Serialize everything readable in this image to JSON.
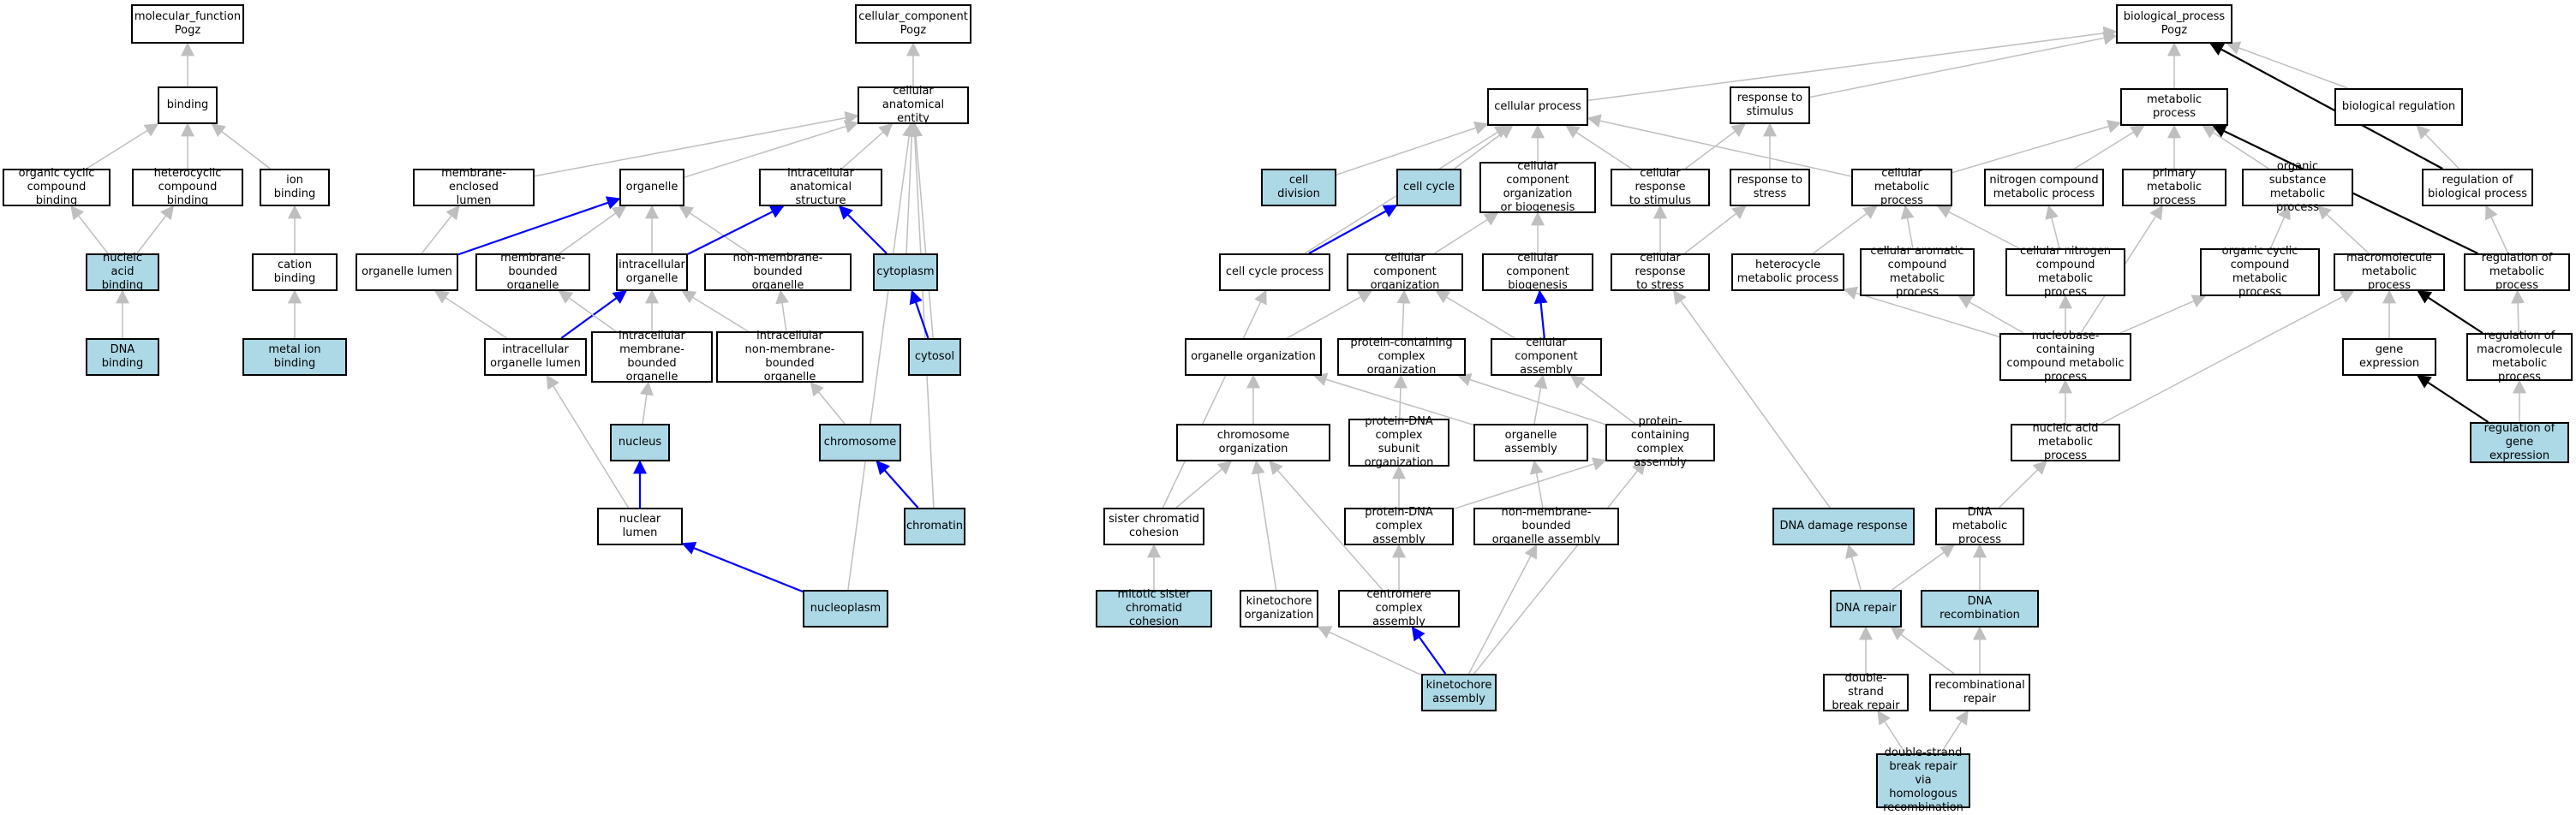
{
  "colors": {
    "highlight_fill": "#add8e6",
    "edge_default": "#bfbfbf",
    "edge_blue": "#0000ff",
    "edge_black": "#000000"
  },
  "nodes": [
    {
      "id": "mf",
      "label": "molecular_function\nPogz",
      "hl": false
    },
    {
      "id": "binding",
      "label": "binding",
      "hl": false
    },
    {
      "id": "ocb",
      "label": "organic cyclic\ncompound binding",
      "hl": false
    },
    {
      "id": "hcb",
      "label": "heterocyclic\ncompound binding",
      "hl": false
    },
    {
      "id": "ionb",
      "label": "ion binding",
      "hl": false
    },
    {
      "id": "nab",
      "label": "nucleic acid\nbinding",
      "hl": true
    },
    {
      "id": "catb",
      "label": "cation binding",
      "hl": false
    },
    {
      "id": "dnab",
      "label": "DNA binding",
      "hl": true
    },
    {
      "id": "mib",
      "label": "metal ion binding",
      "hl": true
    },
    {
      "id": "cc",
      "label": "cellular_component\nPogz",
      "hl": false
    },
    {
      "id": "cae",
      "label": "cellular anatomical\nentity",
      "hl": false
    },
    {
      "id": "mel",
      "label": "membrane-enclosed\nlumen",
      "hl": false
    },
    {
      "id": "organelle",
      "label": "organelle",
      "hl": false
    },
    {
      "id": "ias",
      "label": "intracellular\nanatomical structure",
      "hl": false
    },
    {
      "id": "olumen",
      "label": "organelle lumen",
      "hl": false
    },
    {
      "id": "mbo",
      "label": "membrane-bounded\norganelle",
      "hl": false
    },
    {
      "id": "io",
      "label": "intracellular\norganelle",
      "hl": false
    },
    {
      "id": "nmbo",
      "label": "non-membrane-bounded\norganelle",
      "hl": false
    },
    {
      "id": "cytoplasm",
      "label": "cytoplasm",
      "hl": true
    },
    {
      "id": "iol",
      "label": "intracellular\norganelle lumen",
      "hl": false
    },
    {
      "id": "imbo",
      "label": "intracellular\nmembrane-bounded\norganelle",
      "hl": false
    },
    {
      "id": "inmbo",
      "label": "intracellular\nnon-membrane-bounded\norganelle",
      "hl": false
    },
    {
      "id": "cytosol",
      "label": "cytosol",
      "hl": true
    },
    {
      "id": "nucleus",
      "label": "nucleus",
      "hl": true
    },
    {
      "id": "chromosome",
      "label": "chromosome",
      "hl": true
    },
    {
      "id": "nlumen",
      "label": "nuclear lumen",
      "hl": false
    },
    {
      "id": "chromatin",
      "label": "chromatin",
      "hl": true
    },
    {
      "id": "nucleoplasm",
      "label": "nucleoplasm",
      "hl": true
    },
    {
      "id": "bp",
      "label": "biological_process\nPogz",
      "hl": false
    },
    {
      "id": "cp",
      "label": "cellular process",
      "hl": false
    },
    {
      "id": "rts",
      "label": "response to\nstimulus",
      "hl": false
    },
    {
      "id": "mp",
      "label": "metabolic process",
      "hl": false
    },
    {
      "id": "breg",
      "label": "biological regulation",
      "hl": false
    },
    {
      "id": "celldiv",
      "label": "cell division",
      "hl": true
    },
    {
      "id": "cellcycle",
      "label": "cell cycle",
      "hl": true
    },
    {
      "id": "ccob",
      "label": "cellular component\norganization\nor biogenesis",
      "hl": false
    },
    {
      "id": "crts",
      "label": "cellular response\nto stimulus",
      "hl": false
    },
    {
      "id": "rtstress",
      "label": "response to\nstress",
      "hl": false
    },
    {
      "id": "cmp",
      "label": "cellular metabolic\nprocess",
      "hl": false
    },
    {
      "id": "ncmp",
      "label": "nitrogen compound\nmetabolic process",
      "hl": false
    },
    {
      "id": "pmp",
      "label": "primary metabolic\nprocess",
      "hl": false
    },
    {
      "id": "osmp",
      "label": "organic substance\nmetabolic process",
      "hl": false
    },
    {
      "id": "rbp",
      "label": "regulation of\nbiological process",
      "hl": false
    },
    {
      "id": "ccp",
      "label": "cell cycle process",
      "hl": false
    },
    {
      "id": "cco",
      "label": "cellular component\norganization",
      "hl": false
    },
    {
      "id": "ccb",
      "label": "cellular component\nbiogenesis",
      "hl": false
    },
    {
      "id": "crtstress",
      "label": "cellular response\nto stress",
      "hl": false
    },
    {
      "id": "hmp",
      "label": "heterocycle\nmetabolic process",
      "hl": false
    },
    {
      "id": "cacmp",
      "label": "cellular aromatic\ncompound metabolic\nprocess",
      "hl": false
    },
    {
      "id": "cncmp",
      "label": "cellular nitrogen\ncompound metabolic\nprocess",
      "hl": false
    },
    {
      "id": "occmp",
      "label": "organic cyclic\ncompound metabolic\nprocess",
      "hl": false
    },
    {
      "id": "macmp",
      "label": "macromolecule\nmetabolic process",
      "hl": false
    },
    {
      "id": "rmp",
      "label": "regulation of\nmetabolic process",
      "hl": false
    },
    {
      "id": "oorg",
      "label": "organelle organization",
      "hl": false
    },
    {
      "id": "pcco",
      "label": "protein-containing\ncomplex organization",
      "hl": false
    },
    {
      "id": "cca",
      "label": "cellular component\nassembly",
      "hl": false
    },
    {
      "id": "nccmp",
      "label": "nucleobase-containing\ncompound metabolic\nprocess",
      "hl": false
    },
    {
      "id": "geneexp",
      "label": "gene expression",
      "hl": false
    },
    {
      "id": "rmmp",
      "label": "regulation of\nmacromolecule\nmetabolic process",
      "hl": false
    },
    {
      "id": "chromorg",
      "label": "chromosome organization",
      "hl": false
    },
    {
      "id": "pdcso",
      "label": "protein-DNA\ncomplex subunit\norganization",
      "hl": false
    },
    {
      "id": "oassembly",
      "label": "organelle assembly",
      "hl": false
    },
    {
      "id": "pcca",
      "label": "protein-containing\ncomplex assembly",
      "hl": false
    },
    {
      "id": "namp",
      "label": "nucleic acid\nmetabolic process",
      "hl": false
    },
    {
      "id": "rge",
      "label": "regulation of\ngene expression",
      "hl": true
    },
    {
      "id": "scc",
      "label": "sister chromatid\ncohesion",
      "hl": false
    },
    {
      "id": "pdca",
      "label": "protein-DNA\ncomplex assembly",
      "hl": false
    },
    {
      "id": "nmboa",
      "label": "non-membrane-bounded\norganelle assembly",
      "hl": false
    },
    {
      "id": "ddr",
      "label": "DNA damage response",
      "hl": true
    },
    {
      "id": "dnamp",
      "label": "DNA metabolic\nprocess",
      "hl": false
    },
    {
      "id": "mscc",
      "label": "mitotic sister\nchromatid cohesion",
      "hl": true
    },
    {
      "id": "korg",
      "label": "kinetochore\norganization",
      "hl": false
    },
    {
      "id": "cca2",
      "label": "centromere complex\nassembly",
      "hl": false
    },
    {
      "id": "dnarepair",
      "label": "DNA repair",
      "hl": true
    },
    {
      "id": "dnarec",
      "label": "DNA recombination",
      "hl": true
    },
    {
      "id": "ka",
      "label": "kinetochore\nassembly",
      "hl": true
    },
    {
      "id": "dsbr",
      "label": "double-strand\nbreak repair",
      "hl": false
    },
    {
      "id": "recrep",
      "label": "recombinational\nrepair",
      "hl": false
    },
    {
      "id": "dsbrhr",
      "label": "double-strand\nbreak repair\nvia homologous\nrecombination",
      "hl": true
    }
  ],
  "edges": [
    {
      "from": "binding",
      "to": "mf",
      "c": "gray"
    },
    {
      "from": "ocb",
      "to": "binding",
      "c": "gray"
    },
    {
      "from": "hcb",
      "to": "binding",
      "c": "gray"
    },
    {
      "from": "ionb",
      "to": "binding",
      "c": "gray"
    },
    {
      "from": "nab",
      "to": "ocb",
      "c": "gray"
    },
    {
      "from": "nab",
      "to": "hcb",
      "c": "gray"
    },
    {
      "from": "catb",
      "to": "ionb",
      "c": "gray"
    },
    {
      "from": "dnab",
      "to": "nab",
      "c": "gray"
    },
    {
      "from": "mib",
      "to": "catb",
      "c": "gray"
    },
    {
      "from": "cae",
      "to": "cc",
      "c": "gray"
    },
    {
      "from": "mel",
      "to": "cae",
      "c": "gray"
    },
    {
      "from": "organelle",
      "to": "cae",
      "c": "gray"
    },
    {
      "from": "ias",
      "to": "cae",
      "c": "gray"
    },
    {
      "from": "cytoplasm",
      "to": "cae",
      "c": "gray"
    },
    {
      "from": "cytosol",
      "to": "cae",
      "c": "gray"
    },
    {
      "from": "chromatin",
      "to": "cae",
      "c": "gray"
    },
    {
      "from": "nucleoplasm",
      "to": "cae",
      "c": "gray"
    },
    {
      "from": "olumen",
      "to": "mel",
      "c": "gray"
    },
    {
      "from": "olumen",
      "to": "organelle",
      "c": "blue"
    },
    {
      "from": "mbo",
      "to": "organelle",
      "c": "gray"
    },
    {
      "from": "io",
      "to": "organelle",
      "c": "gray"
    },
    {
      "from": "nmbo",
      "to": "organelle",
      "c": "gray"
    },
    {
      "from": "io",
      "to": "ias",
      "c": "blue"
    },
    {
      "from": "cytoplasm",
      "to": "ias",
      "c": "blue"
    },
    {
      "from": "iol",
      "to": "olumen",
      "c": "gray"
    },
    {
      "from": "iol",
      "to": "io",
      "c": "blue"
    },
    {
      "from": "imbo",
      "to": "mbo",
      "c": "gray"
    },
    {
      "from": "imbo",
      "to": "io",
      "c": "gray"
    },
    {
      "from": "inmbo",
      "to": "io",
      "c": "gray"
    },
    {
      "from": "inmbo",
      "to": "nmbo",
      "c": "gray"
    },
    {
      "from": "cytosol",
      "to": "cytoplasm",
      "c": "blue"
    },
    {
      "from": "nucleus",
      "to": "imbo",
      "c": "gray"
    },
    {
      "from": "chromosome",
      "to": "inmbo",
      "c": "gray"
    },
    {
      "from": "nlumen",
      "to": "iol",
      "c": "gray"
    },
    {
      "from": "nlumen",
      "to": "nucleus",
      "c": "blue"
    },
    {
      "from": "chromatin",
      "to": "chromosome",
      "c": "blue"
    },
    {
      "from": "nucleoplasm",
      "to": "nlumen",
      "c": "blue"
    },
    {
      "from": "cp",
      "to": "bp",
      "c": "gray"
    },
    {
      "from": "rts",
      "to": "bp",
      "c": "gray"
    },
    {
      "from": "mp",
      "to": "bp",
      "c": "gray"
    },
    {
      "from": "breg",
      "to": "bp",
      "c": "gray"
    },
    {
      "from": "rbp",
      "to": "bp",
      "c": "black"
    },
    {
      "from": "celldiv",
      "to": "cp",
      "c": "gray"
    },
    {
      "from": "cellcycle",
      "to": "cp",
      "c": "gray"
    },
    {
      "from": "ccob",
      "to": "cp",
      "c": "gray"
    },
    {
      "from": "crts",
      "to": "cp",
      "c": "gray"
    },
    {
      "from": "cmp",
      "to": "cp",
      "c": "gray"
    },
    {
      "from": "ccp",
      "to": "cp",
      "c": "gray"
    },
    {
      "from": "crts",
      "to": "rts",
      "c": "gray"
    },
    {
      "from": "rtstress",
      "to": "rts",
      "c": "gray"
    },
    {
      "from": "cmp",
      "to": "mp",
      "c": "gray"
    },
    {
      "from": "ncmp",
      "to": "mp",
      "c": "gray"
    },
    {
      "from": "pmp",
      "to": "mp",
      "c": "gray"
    },
    {
      "from": "osmp",
      "to": "mp",
      "c": "gray"
    },
    {
      "from": "rmp",
      "to": "mp",
      "c": "black"
    },
    {
      "from": "rbp",
      "to": "breg",
      "c": "gray"
    },
    {
      "from": "ccp",
      "to": "cellcycle",
      "c": "blue"
    },
    {
      "from": "cco",
      "to": "ccob",
      "c": "gray"
    },
    {
      "from": "ccb",
      "to": "ccob",
      "c": "gray"
    },
    {
      "from": "crtstress",
      "to": "crts",
      "c": "gray"
    },
    {
      "from": "crtstress",
      "to": "rtstress",
      "c": "gray"
    },
    {
      "from": "hmp",
      "to": "cmp",
      "c": "gray"
    },
    {
      "from": "cacmp",
      "to": "cmp",
      "c": "gray"
    },
    {
      "from": "cncmp",
      "to": "cmp",
      "c": "gray"
    },
    {
      "from": "cncmp",
      "to": "ncmp",
      "c": "gray"
    },
    {
      "from": "occmp",
      "to": "osmp",
      "c": "gray"
    },
    {
      "from": "macmp",
      "to": "osmp",
      "c": "gray"
    },
    {
      "from": "rmp",
      "to": "rbp",
      "c": "gray"
    },
    {
      "from": "oorg",
      "to": "cco",
      "c": "gray"
    },
    {
      "from": "pcco",
      "to": "cco",
      "c": "gray"
    },
    {
      "from": "cca",
      "to": "cco",
      "c": "gray"
    },
    {
      "from": "cca",
      "to": "ccb",
      "c": "blue"
    },
    {
      "from": "nccmp",
      "to": "hmp",
      "c": "gray"
    },
    {
      "from": "nccmp",
      "to": "cacmp",
      "c": "gray"
    },
    {
      "from": "nccmp",
      "to": "cncmp",
      "c": "gray"
    },
    {
      "from": "nccmp",
      "to": "occmp",
      "c": "gray"
    },
    {
      "from": "nccmp",
      "to": "pmp",
      "c": "gray"
    },
    {
      "from": "geneexp",
      "to": "macmp",
      "c": "gray"
    },
    {
      "from": "rmmp",
      "to": "macmp",
      "c": "black"
    },
    {
      "from": "rmmp",
      "to": "rmp",
      "c": "gray"
    },
    {
      "from": "chromorg",
      "to": "oorg",
      "c": "gray"
    },
    {
      "from": "pdcso",
      "to": "pcco",
      "c": "gray"
    },
    {
      "from": "oassembly",
      "to": "oorg",
      "c": "gray"
    },
    {
      "from": "oassembly",
      "to": "cca",
      "c": "gray"
    },
    {
      "from": "pcca",
      "to": "pcco",
      "c": "gray"
    },
    {
      "from": "pcca",
      "to": "cca",
      "c": "gray"
    },
    {
      "from": "namp",
      "to": "nccmp",
      "c": "gray"
    },
    {
      "from": "namp",
      "to": "macmp",
      "c": "gray"
    },
    {
      "from": "rge",
      "to": "geneexp",
      "c": "black"
    },
    {
      "from": "rge",
      "to": "rmmp",
      "c": "gray"
    },
    {
      "from": "scc",
      "to": "chromorg",
      "c": "gray"
    },
    {
      "from": "scc",
      "to": "ccp",
      "c": "gray"
    },
    {
      "from": "pdca",
      "to": "pdcso",
      "c": "gray"
    },
    {
      "from": "pdca",
      "to": "pcca",
      "c": "gray"
    },
    {
      "from": "nmboa",
      "to": "oassembly",
      "c": "gray"
    },
    {
      "from": "ddr",
      "to": "crtstress",
      "c": "gray"
    },
    {
      "from": "dnamp",
      "to": "namp",
      "c": "gray"
    },
    {
      "from": "mscc",
      "to": "scc",
      "c": "gray"
    },
    {
      "from": "korg",
      "to": "chromorg",
      "c": "gray"
    },
    {
      "from": "cca2",
      "to": "chromorg",
      "c": "gray"
    },
    {
      "from": "cca2",
      "to": "pdca",
      "c": "gray"
    },
    {
      "from": "dnarepair",
      "to": "ddr",
      "c": "gray"
    },
    {
      "from": "dnarepair",
      "to": "dnamp",
      "c": "gray"
    },
    {
      "from": "dnarec",
      "to": "dnamp",
      "c": "gray"
    },
    {
      "from": "ka",
      "to": "cca2",
      "c": "blue"
    },
    {
      "from": "ka",
      "to": "korg",
      "c": "gray"
    },
    {
      "from": "ka",
      "to": "nmboa",
      "c": "gray"
    },
    {
      "from": "ka",
      "to": "pcca",
      "c": "gray"
    },
    {
      "from": "dsbr",
      "to": "dnarepair",
      "c": "gray"
    },
    {
      "from": "recrep",
      "to": "dnarepair",
      "c": "gray"
    },
    {
      "from": "recrep",
      "to": "dnarec",
      "c": "gray"
    },
    {
      "from": "dsbrhr",
      "to": "dsbr",
      "c": "gray"
    },
    {
      "from": "dsbrhr",
      "to": "recrep",
      "c": "gray"
    }
  ]
}
